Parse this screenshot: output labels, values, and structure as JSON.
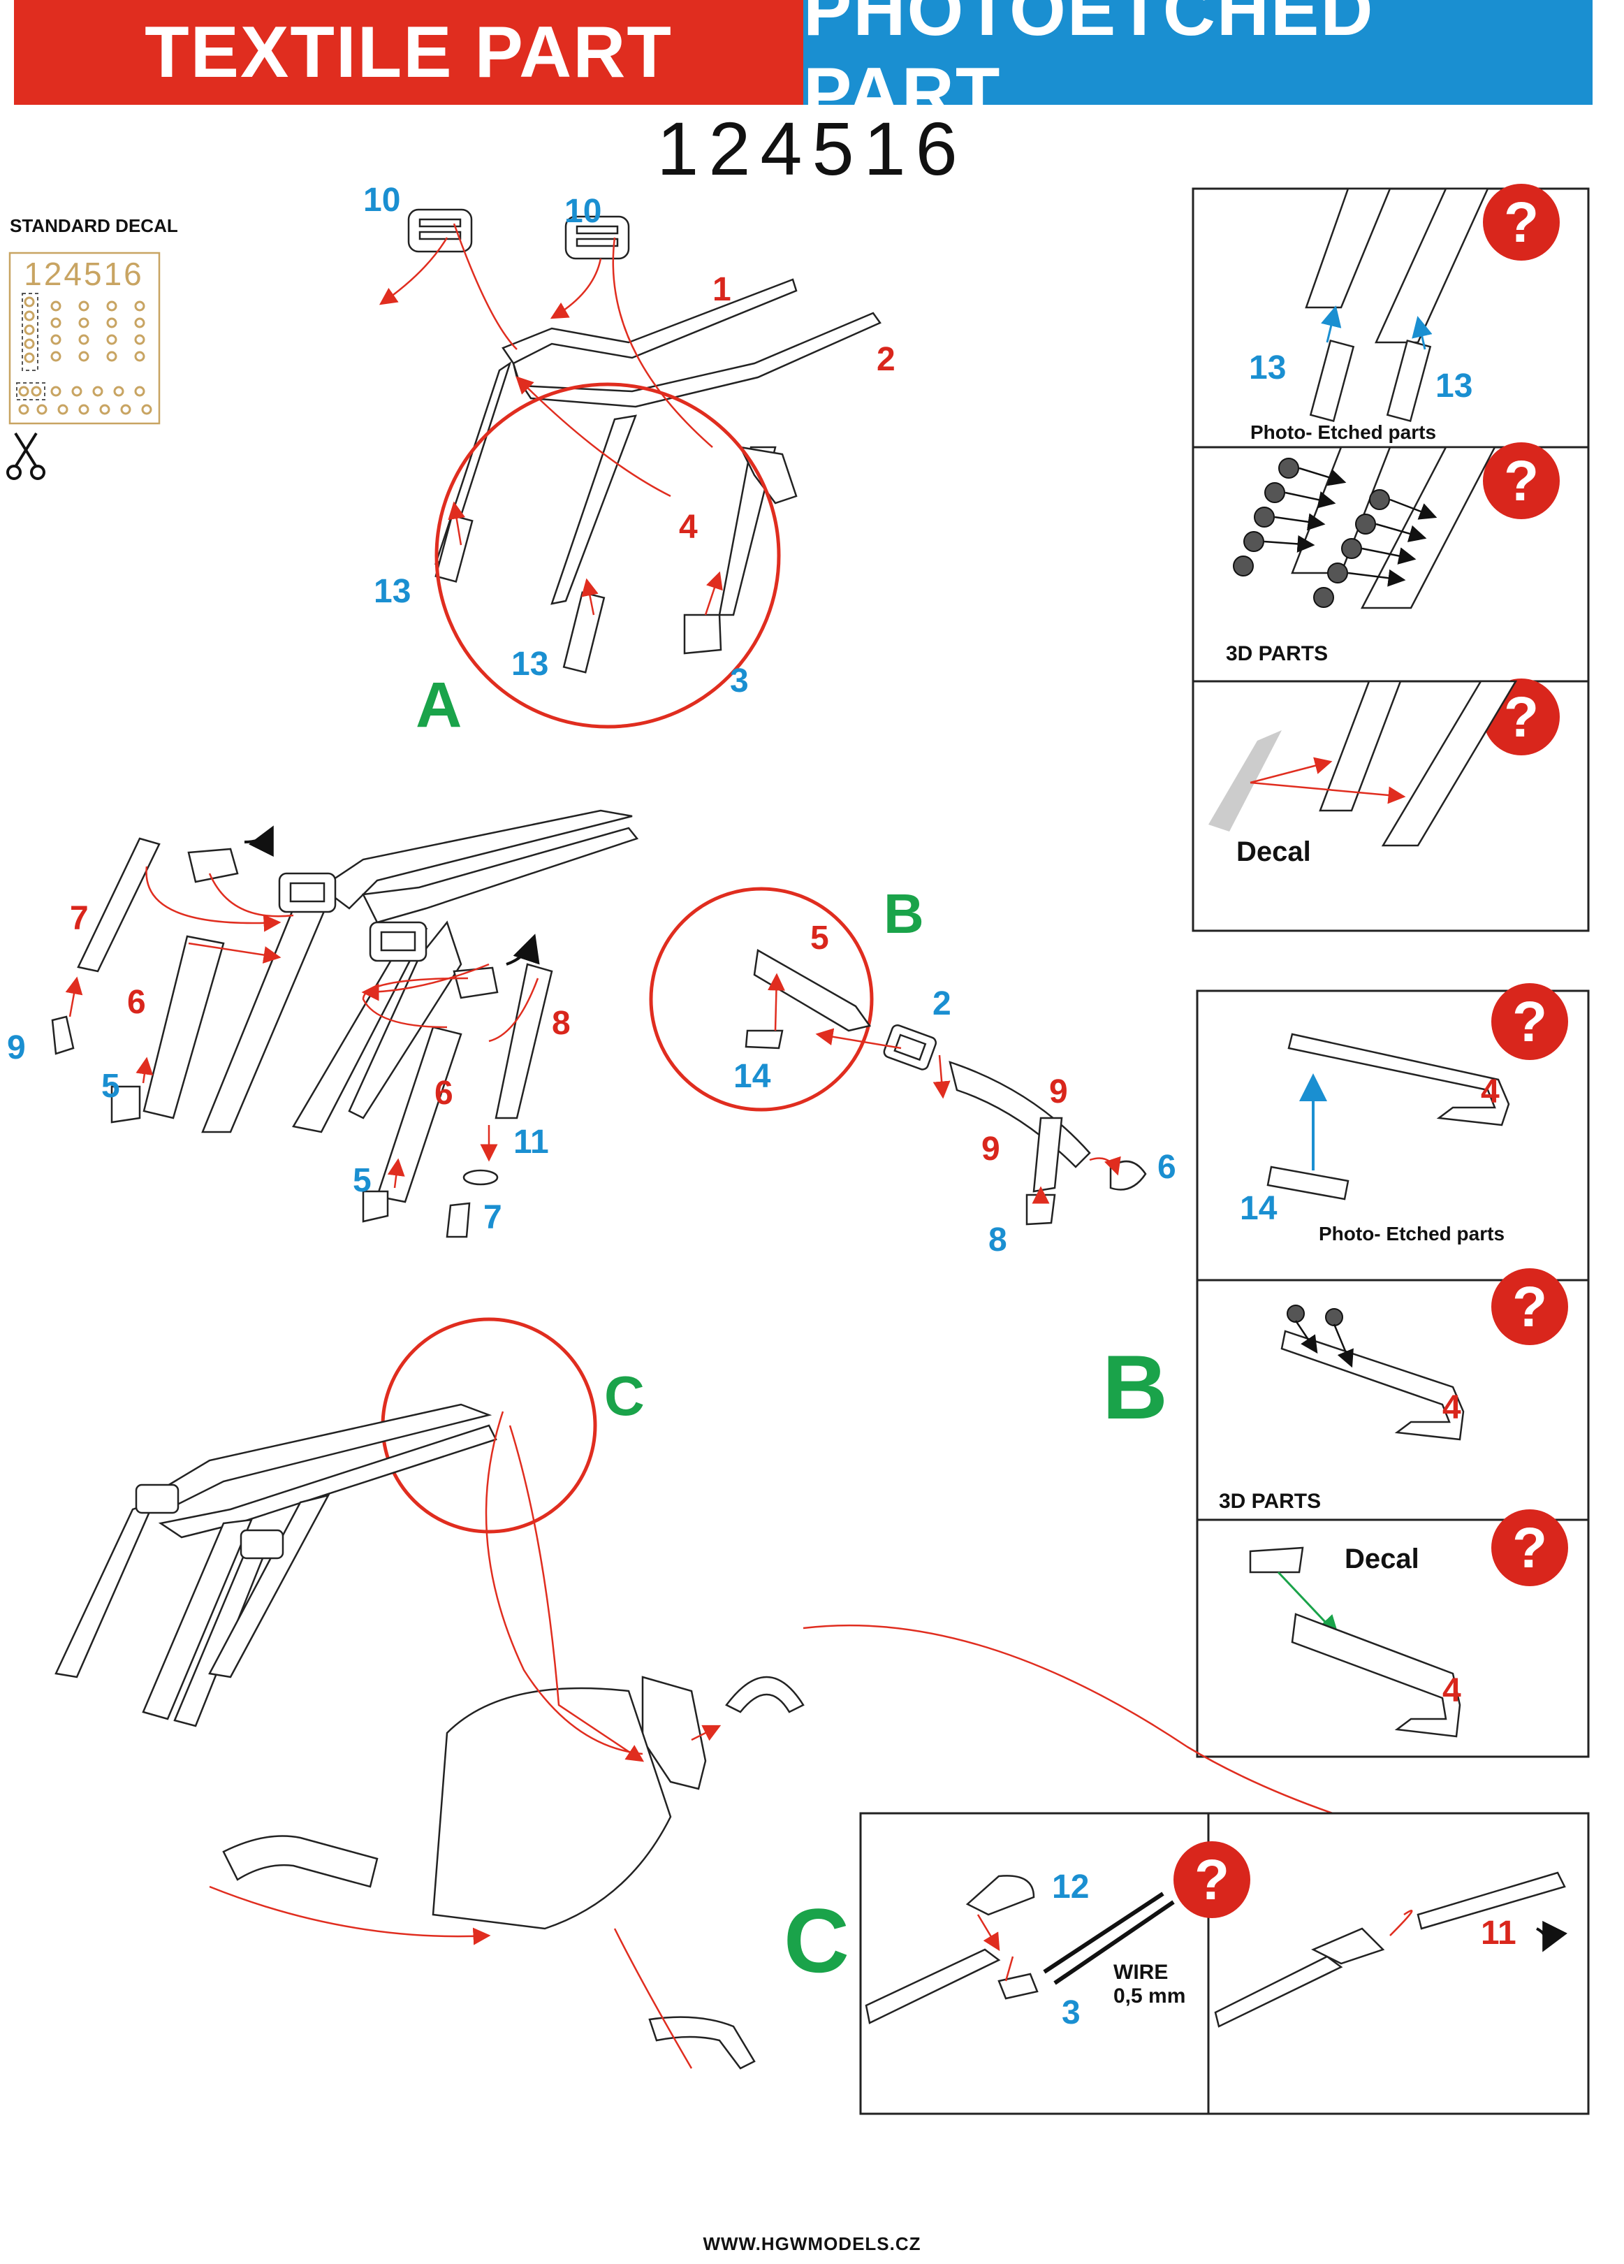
{
  "header": {
    "textile_label": "TEXTILE PART",
    "photoetched_label": "PHOTOETCHED PART",
    "product_code": "124516"
  },
  "standard_decal": {
    "title": "STANDARD DECAL",
    "sheet_code": "124516"
  },
  "section_labels": {
    "a": "A",
    "b": "B",
    "c": "C"
  },
  "diagram_a": {
    "labels": [
      "10",
      "10",
      "1",
      "2",
      "4",
      "13",
      "13",
      "3"
    ]
  },
  "diagram_main": {
    "labels": [
      "7",
      "6",
      "9",
      "5",
      "8",
      "6",
      "11",
      "5",
      "7"
    ]
  },
  "diagram_b": {
    "labels": [
      "5",
      "2",
      "14",
      "9",
      "9",
      "6",
      "8"
    ]
  },
  "panel_a": {
    "photo_etched_label": "Photo- Etched parts",
    "parts_3d_label": "3D PARTS",
    "decal_label": "Decal",
    "numbers": [
      "13",
      "13"
    ],
    "question_mark": "?"
  },
  "panel_b": {
    "photo_etched_label": "Photo- Etched parts",
    "parts_3d_label": "3D PARTS",
    "decal_label": "Decal",
    "numbers": [
      "4",
      "14",
      "4",
      "4"
    ],
    "question_mark": "?"
  },
  "panel_c": {
    "numbers": [
      "12",
      "3",
      "11"
    ],
    "wire_label": "WIRE",
    "wire_size": "0,5 mm",
    "question_mark": "?"
  },
  "colors": {
    "red": "#e02d1f",
    "blue": "#1a8fd1",
    "green": "#1aa34a",
    "decal_gold": "#c8a462"
  },
  "footer": {
    "url": "WWW.HGWMODELS.CZ"
  }
}
